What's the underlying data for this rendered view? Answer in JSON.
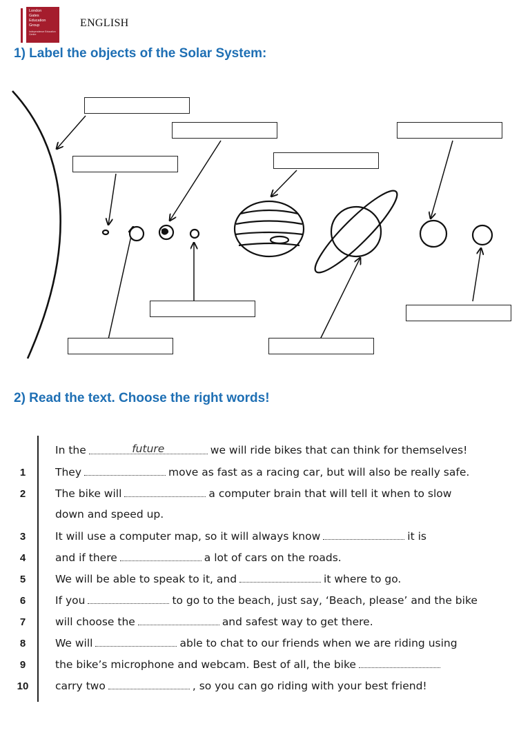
{
  "header": {
    "logo_lines": [
      "London",
      "Gates",
      "Education",
      "Group"
    ],
    "logo_subtext": "Independence Education Centre",
    "subject": "ENGLISH"
  },
  "section1": {
    "title": "1) Label the objects of the Solar System:"
  },
  "section2": {
    "title": "2) Read the text. Choose the right words!",
    "lines": [
      {
        "num": "",
        "before": "In the",
        "blank": "future",
        "after": "we will ride bikes that can think for themselves!"
      },
      {
        "num": "1",
        "before": "They",
        "blank": "",
        "after": "move as fast as a racing car, but will also be really safe."
      },
      {
        "num": "2",
        "before": "The bike will",
        "blank": "",
        "after": "a computer brain that will tell it when to slow"
      },
      {
        "num": "",
        "before": "down and speed up.",
        "blank": null,
        "after": ""
      },
      {
        "num": "3",
        "before": "It will use a computer map, so it will always know",
        "blank": "",
        "after": "it is"
      },
      {
        "num": "4",
        "before": "and if there",
        "blank": "",
        "after": "a lot of cars on the roads."
      },
      {
        "num": "5",
        "before": "We will be able to speak to it, and",
        "blank": "",
        "after": "it where to go."
      },
      {
        "num": "6",
        "before": "If you",
        "blank": "",
        "after": "to go to the beach, just say, ‘Beach, please’ and the bike"
      },
      {
        "num": "7",
        "before": "will choose the",
        "blank": "",
        "after": "and safest way to get there."
      },
      {
        "num": "8",
        "before": "We will",
        "blank": "",
        "after": "able to chat to our friends when we are riding using"
      },
      {
        "num": "9",
        "before": "the bike’s microphone and webcam. Best of all, the bike",
        "blank": "",
        "after": ""
      },
      {
        "num": "10",
        "before": "carry two",
        "blank": "",
        "after": ", so you can go riding with your best friend!"
      }
    ]
  }
}
